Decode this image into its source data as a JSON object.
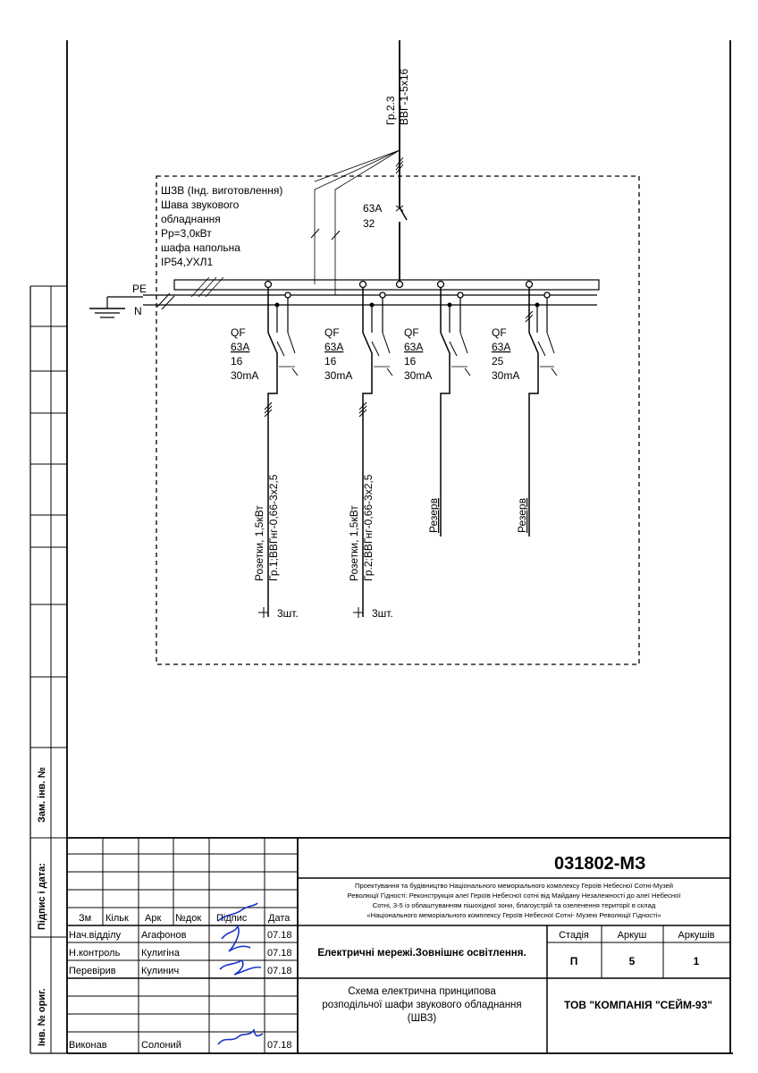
{
  "supply": {
    "group": "Гр.2.3",
    "cable": "ВВГ-1-5х16"
  },
  "cabinet": {
    "lines": [
      "ШЗВ (Інд. виготовлення)",
      "Шава звукового",
      "обладнання",
      "Рр=3,0кВт",
      "шафа напольна",
      "ІР54,УХЛ1"
    ],
    "main_breaker": {
      "rating": "63А",
      "current": "32"
    }
  },
  "buses": {
    "pe": "PE",
    "n": "N"
  },
  "feeders": [
    {
      "device": "QF",
      "rating": "63А",
      "current": "16",
      "leak": "30mA",
      "label1": "Розетки, 1,5кВт",
      "label2": "Гр.1;ВВГнг-0,66-3х2,5",
      "count": "3шт."
    },
    {
      "device": "QF",
      "rating": "63А",
      "current": "16",
      "leak": "30mA",
      "label1": "Розетки, 1,5кВт",
      "label2": "Гр.2;ВВГнг-0,66-3х2,5",
      "count": "3шт."
    },
    {
      "device": "QF",
      "rating": "63А",
      "current": "16",
      "leak": "30mA",
      "label1": "Резерв",
      "label2": "",
      "count": ""
    },
    {
      "device": "QF",
      "rating": "63А",
      "current": "25",
      "leak": "30mA",
      "label1": "Резерв",
      "label2": "",
      "count": ""
    }
  ],
  "side_stamp": {
    "zam_inv": "Зам. інв. №",
    "sign_date": "Підпис і дата:",
    "inv_orig": "Інв. № ориг."
  },
  "title_block": {
    "code": "031802-МЗ",
    "project": [
      "Проектування та будівництво Національного меморіального комплексу Героїв Небесної Сотні-Музей",
      "Революції Гідності: Реконструкція алеї  Героїв Небесної сотні від Майдану Незалежності до алеї Небесної",
      "Сотні, 3-5 із облаштуванням пішохідної зони, благоустрій та озеленення території в склад",
      "«Національного меморіального комплексу Героїв Небесної Сотні- Музею Революції Гідності»"
    ],
    "headers": {
      "zm": "Зм",
      "kilk": "Кільк",
      "ark": "Арк",
      "ndok": "№док",
      "pidpys": "Підпис",
      "data": "Дата"
    },
    "rows": [
      {
        "role": "Нач.відділу",
        "name": "Агафонов",
        "date": "07.18"
      },
      {
        "role": "Н.контроль",
        "name": "Кулигіна",
        "date": "07.18"
      },
      {
        "role": "Перевірив",
        "name": "Кулинич",
        "date": "07.18"
      },
      {
        "role": "Виконав",
        "name": "Солоний",
        "date": "07.18"
      }
    ],
    "section": "Електричні мережі.Зовнішнє освітлення.",
    "stage_h": "Стадія",
    "sheet_h": "Аркуш",
    "sheets_h": "Аркушів",
    "stage": "П",
    "sheet": "5",
    "sheets": "1",
    "drawing": [
      "Схема електрична принципова",
      "розподільчої шафи звукового обладнання",
      "(ШВЗ)"
    ],
    "company": "ТОВ \"КОМПАНІЯ \"СЕЙМ-93\""
  }
}
